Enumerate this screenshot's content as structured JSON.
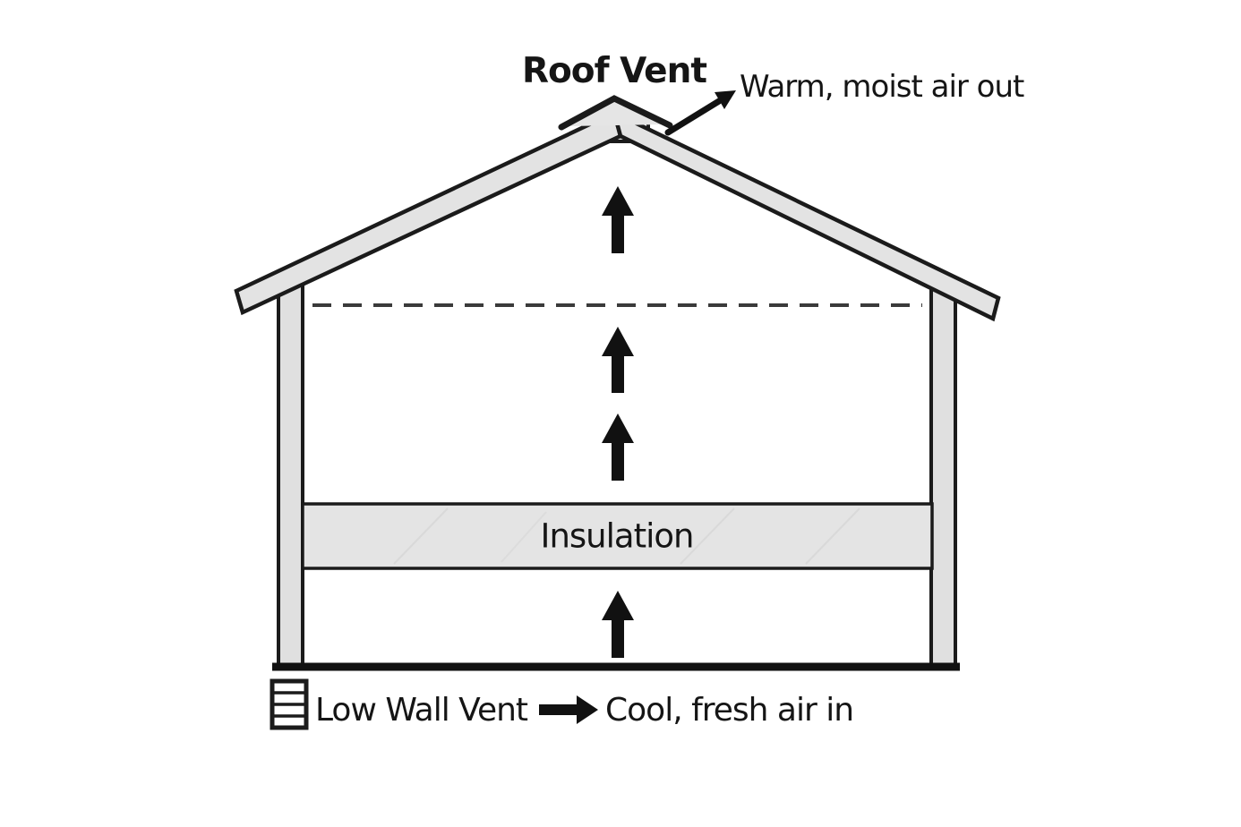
{
  "diagram": {
    "type": "attic-ventilation-cross-section",
    "labels": {
      "roof_vent": "Roof Vent",
      "warm_air_out": "Warm, moist air out",
      "insulation": "Insulation",
      "low_wall_vent": "Low Wall Vent",
      "cool_air_in": "Cool, fresh air in"
    },
    "icons": {
      "roof_vent_cap": "chevron-cap",
      "roof_vent_louver": "vertical-louver-grille",
      "low_wall_vent": "horizontal-louver-grille",
      "up_arrow": "↑",
      "right_arrow": "➡",
      "diagonal_arrow": "↗"
    },
    "airflow": {
      "up_arrow_count": 4,
      "exhaust_direction": "up-and-out-roof-vent",
      "intake_direction": "in-through-low-wall-vent"
    },
    "colors": {
      "background": "#ffffff",
      "structure_fill": "#e3e3e3",
      "wall_fill": "#e0e0e0",
      "insulation_fill": "#e4e4e4",
      "outline": "#1b1b1b",
      "dashed_line": "#3a3a3a",
      "text": "#151515"
    }
  }
}
